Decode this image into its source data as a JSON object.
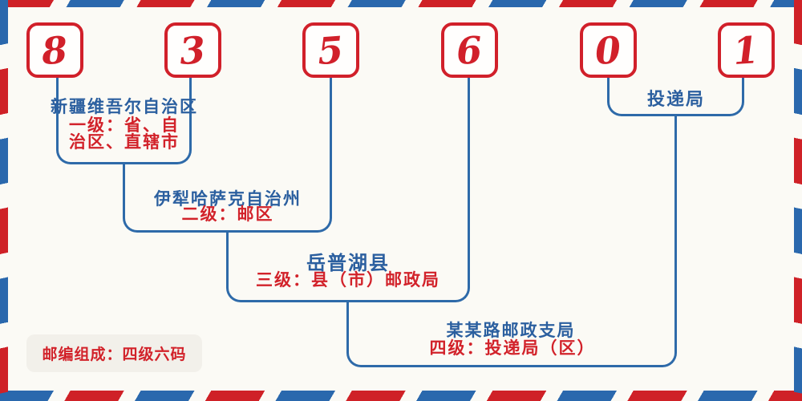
{
  "postal_code": {
    "digits": [
      "8",
      "3",
      "5",
      "6",
      "0",
      "1"
    ]
  },
  "levels": [
    {
      "name": "新疆维吾尔自治区",
      "description": "一级：省、自\n治区、直辖市"
    },
    {
      "name": "伊犁哈萨克自治州",
      "description": "二级：邮区"
    },
    {
      "name": "岳普湖县",
      "description": "三级：县（市）邮政局"
    },
    {
      "name": "某某路邮政支局",
      "description": "四级：投递局（区）"
    }
  ],
  "delivery": {
    "label": "投递局"
  },
  "badge": {
    "text": "邮编组成：四级六码"
  },
  "colors": {
    "digit_red": "#d1202a",
    "text_red": "#d2222a",
    "text_blue": "#2b5f9f",
    "line_blue": "#2e6aa9",
    "stripe_red": "#cf2127",
    "stripe_blue": "#2a68ad",
    "background": "#fbfaf5",
    "badge_background": "#f2f0ea"
  }
}
